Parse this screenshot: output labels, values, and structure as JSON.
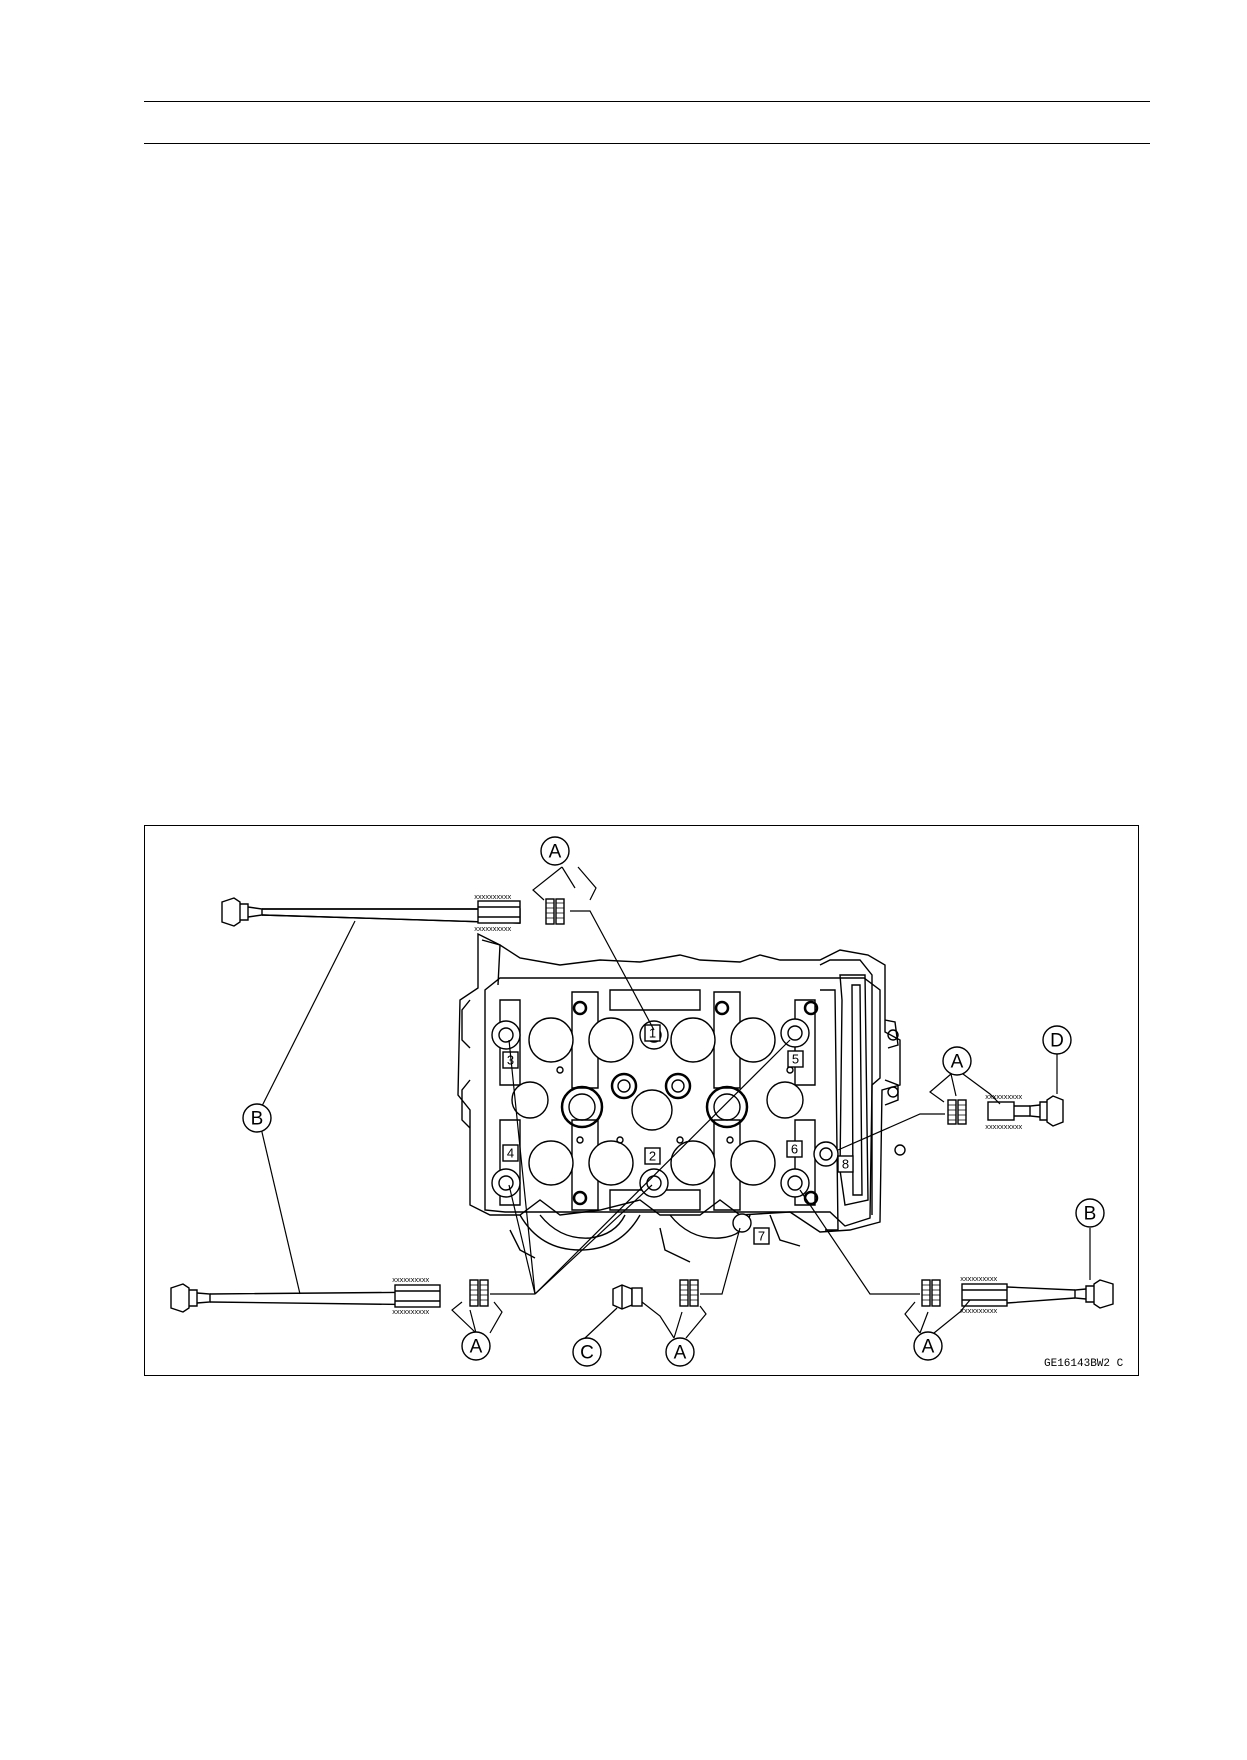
{
  "figure": {
    "code": "GE16143BW2  C",
    "callouts": {
      "a": "A",
      "b": "B",
      "c": "C",
      "d": "D"
    },
    "bolt_numbers": [
      "1",
      "2",
      "3",
      "4",
      "5",
      "6",
      "7",
      "8"
    ],
    "hatch_mark": "xxxxxxxxxx"
  }
}
